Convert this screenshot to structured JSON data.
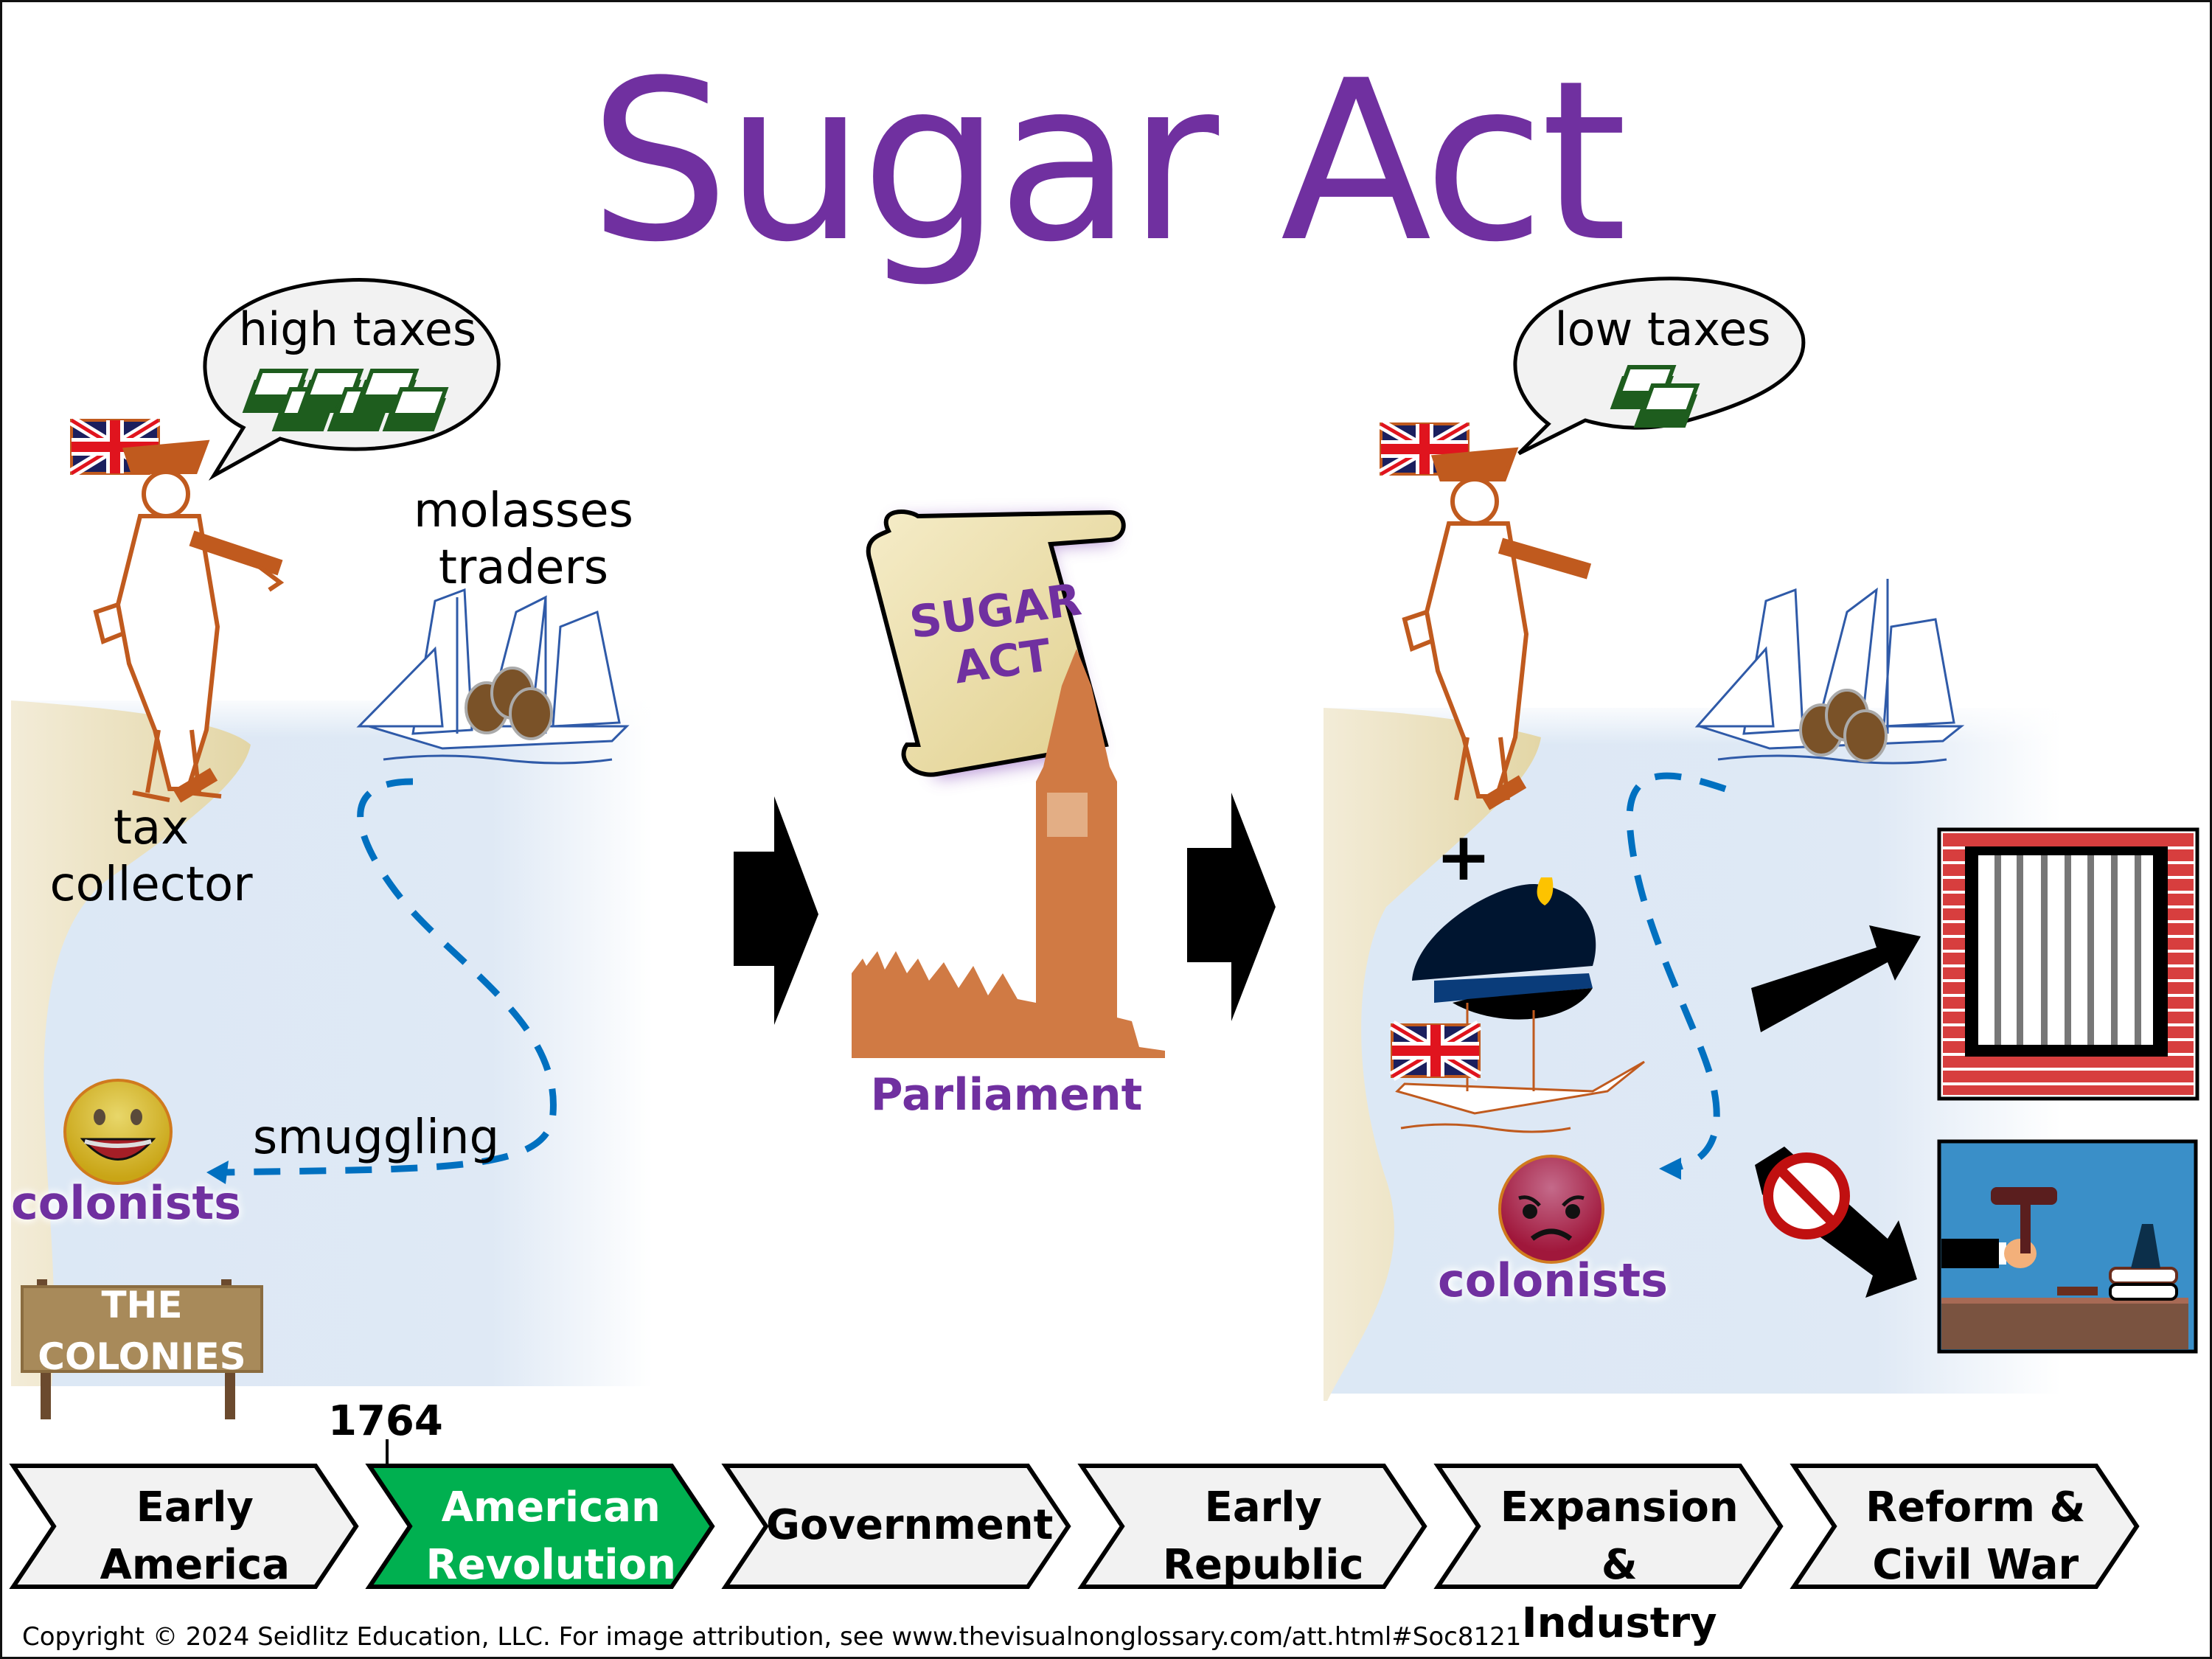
{
  "title": "Sugar Act",
  "before": {
    "speech_bubble": "high taxes",
    "money_stacks": 3,
    "tax_collector_label": "tax collector",
    "traders_label": "molasses traders",
    "smuggling_label": "smuggling",
    "colonists_label": "colonists",
    "colonists_mood": "happy",
    "sign_label_line1": "THE",
    "sign_label_line2": "COLONIES"
  },
  "center": {
    "scroll_line1": "SUGAR",
    "scroll_line2": "ACT",
    "parliament_label": "Parliament"
  },
  "after": {
    "speech_bubble": "low taxes",
    "money_stacks": 1,
    "plus_sign": "+",
    "colonists_label": "colonists",
    "colonists_mood": "angry"
  },
  "timeline": {
    "year": "1764",
    "items": [
      {
        "line1": "Early",
        "line2": "America",
        "active": false
      },
      {
        "line1": "American",
        "line2": "Revolution",
        "active": true
      },
      {
        "line1": "Government",
        "line2": "",
        "active": false
      },
      {
        "line1": "Early",
        "line2": "Republic",
        "active": false
      },
      {
        "line1": "Expansion &",
        "line2": "Industry",
        "active": false
      },
      {
        "line1": "Reform &",
        "line2": "Civil War",
        "active": false
      }
    ]
  },
  "colors": {
    "title_purple": "#7030a0",
    "active_green": "#00b050",
    "inactive_gray": "#f2f2f2",
    "path_blue": "#0070c0",
    "parliament_orange": "#d07a44"
  },
  "copyright": "Copyright © 2024 Seidlitz Education, LLC.  For image attribution, see www.thevisualnonglossary.com/att.html#Soc8121"
}
